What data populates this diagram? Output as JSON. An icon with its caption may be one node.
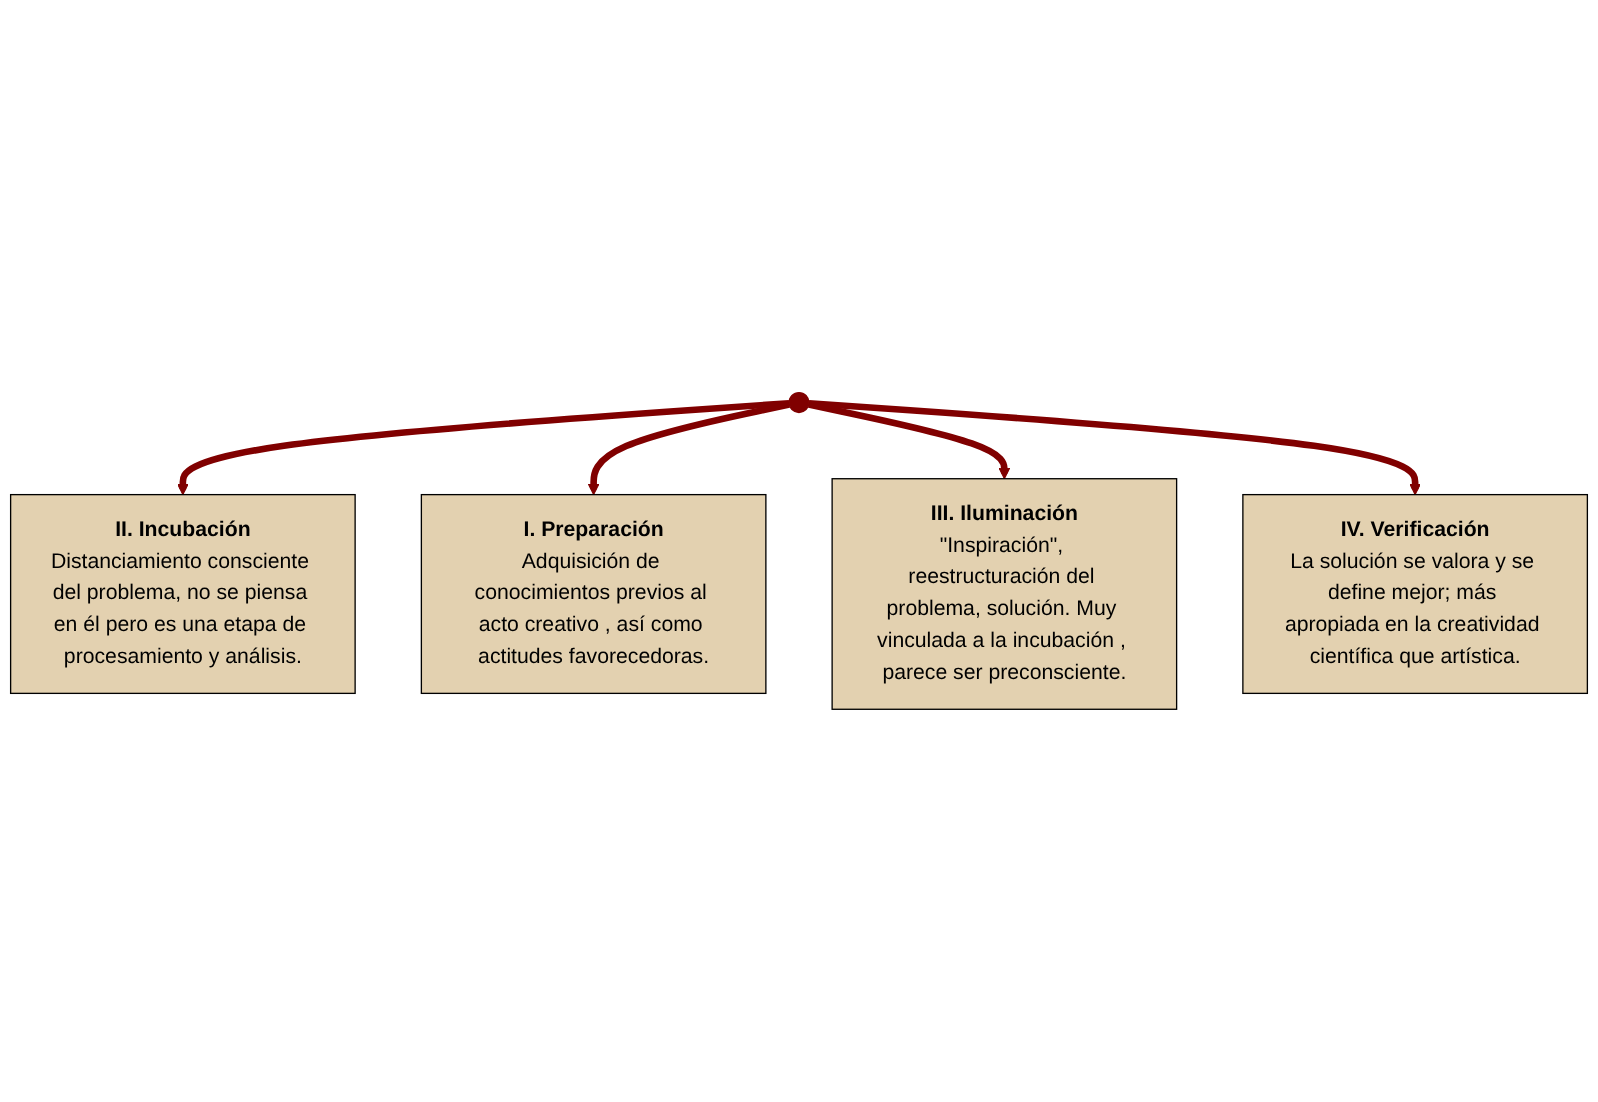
{
  "diagram": {
    "nodes": [
      {
        "text": [
          "II. Incubación",
          "Distanciamiento consciente del problema, no se piensa en él pero es una etapa de procesamiento y análisis."
        ]
      },
      {
        "text": [
          "I. Preparación",
          "Adquisición de conocimientos previos al acto creativo , así como actitudes favorecedoras."
        ]
      },
      {
        "text": [],
        "shape": "circle"
      },
      {
        "text": [
          "III. Iluminación",
          "\"Inspiración\", reestructuración del problema, solución. Muy vinculada a la incubación , parece ser preconsciente."
        ]
      },
      {
        "text": [
          "IV. Verificación",
          "La solución se valora y se define mejor; más apropiada en la creatividad científica que artística."
        ]
      }
    ],
    "edges": [
      {
        "from": 2,
        "to": 0,
        "arrow": "to",
        "color": "#800000"
      },
      {
        "from": 2,
        "to": 1,
        "arrow": "to",
        "color": "#800000"
      },
      {
        "from": 2,
        "to": 3,
        "arrow": "to",
        "color": "#800000"
      },
      {
        "from": 2,
        "to": 4,
        "arrow": "to",
        "color": "#800000"
      }
    ]
  }
}
